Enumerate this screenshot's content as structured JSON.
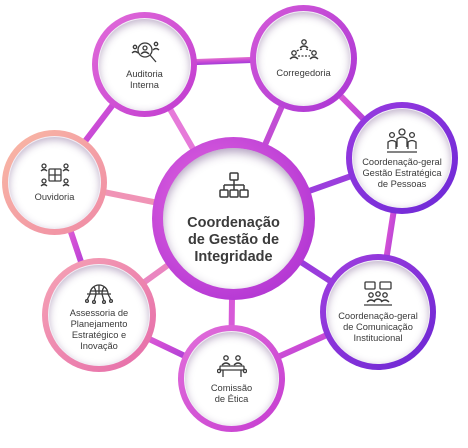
{
  "center": {
    "title": "Coordenação\nde Gestão de\nIntegridade",
    "icon": "org-chart-icon"
  },
  "nodes": {
    "auditoria": {
      "label": "Auditoria\nInterna",
      "icon": "magnifier-people-icon"
    },
    "corregedoria": {
      "label": "Corregedoria",
      "icon": "people-network-icon"
    },
    "pessoas": {
      "label": "Coordenação-geral\nGestão Estratégica\nde Pessoas",
      "icon": "team-group-icon"
    },
    "comunicacao": {
      "label": "Coordenação-geral\nde Comunicação\nInstitucional",
      "icon": "meeting-chat-icon"
    },
    "etica": {
      "label": "Comissão\nde Ética",
      "icon": "table-meeting-icon"
    },
    "assessoria": {
      "label": "Assessoria de\nPlanejamento\nEstratégico e\nInovação",
      "icon": "globe-network-icon"
    },
    "ouvidoria": {
      "label": "Ouvidoria",
      "icon": "puzzle-people-icon"
    }
  },
  "colors": {
    "pink": "#e26cd9",
    "magenta": "#c03ad0",
    "purple": "#6c28d6",
    "peach": "#f9b9a3",
    "text": "#3a3a3a"
  }
}
